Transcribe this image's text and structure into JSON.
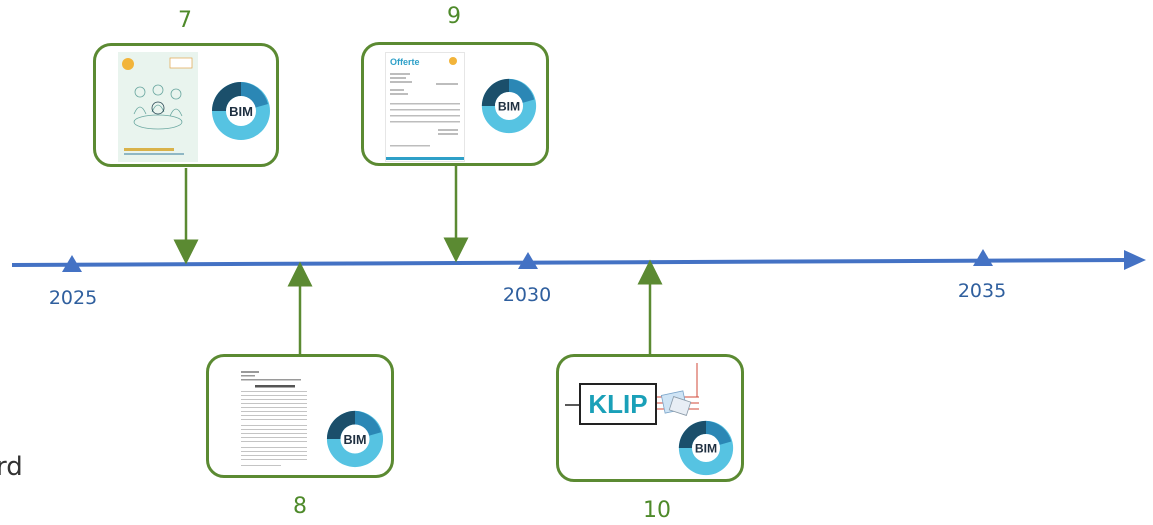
{
  "timeline": {
    "years": [
      "2025",
      "2030",
      "2035"
    ]
  },
  "milestones": [
    {
      "number": "7",
      "logo": "BIM"
    },
    {
      "number": "8",
      "logo": "BIM"
    },
    {
      "number": "9",
      "logo": "BIM",
      "doc_title": "Offerte"
    },
    {
      "number": "10",
      "logo": "BIM",
      "klip_label": "KLIP"
    }
  ],
  "stray_text": "rd",
  "colors": {
    "timeline_line": "#4472c4",
    "card_border": "#5b8a32",
    "milestone_number": "#4e8a2a",
    "year_label": "#2f5f9e",
    "bim_dark": "#1b4f6b",
    "bim_mid": "#2b87b5",
    "bim_light": "#56c3e2"
  }
}
